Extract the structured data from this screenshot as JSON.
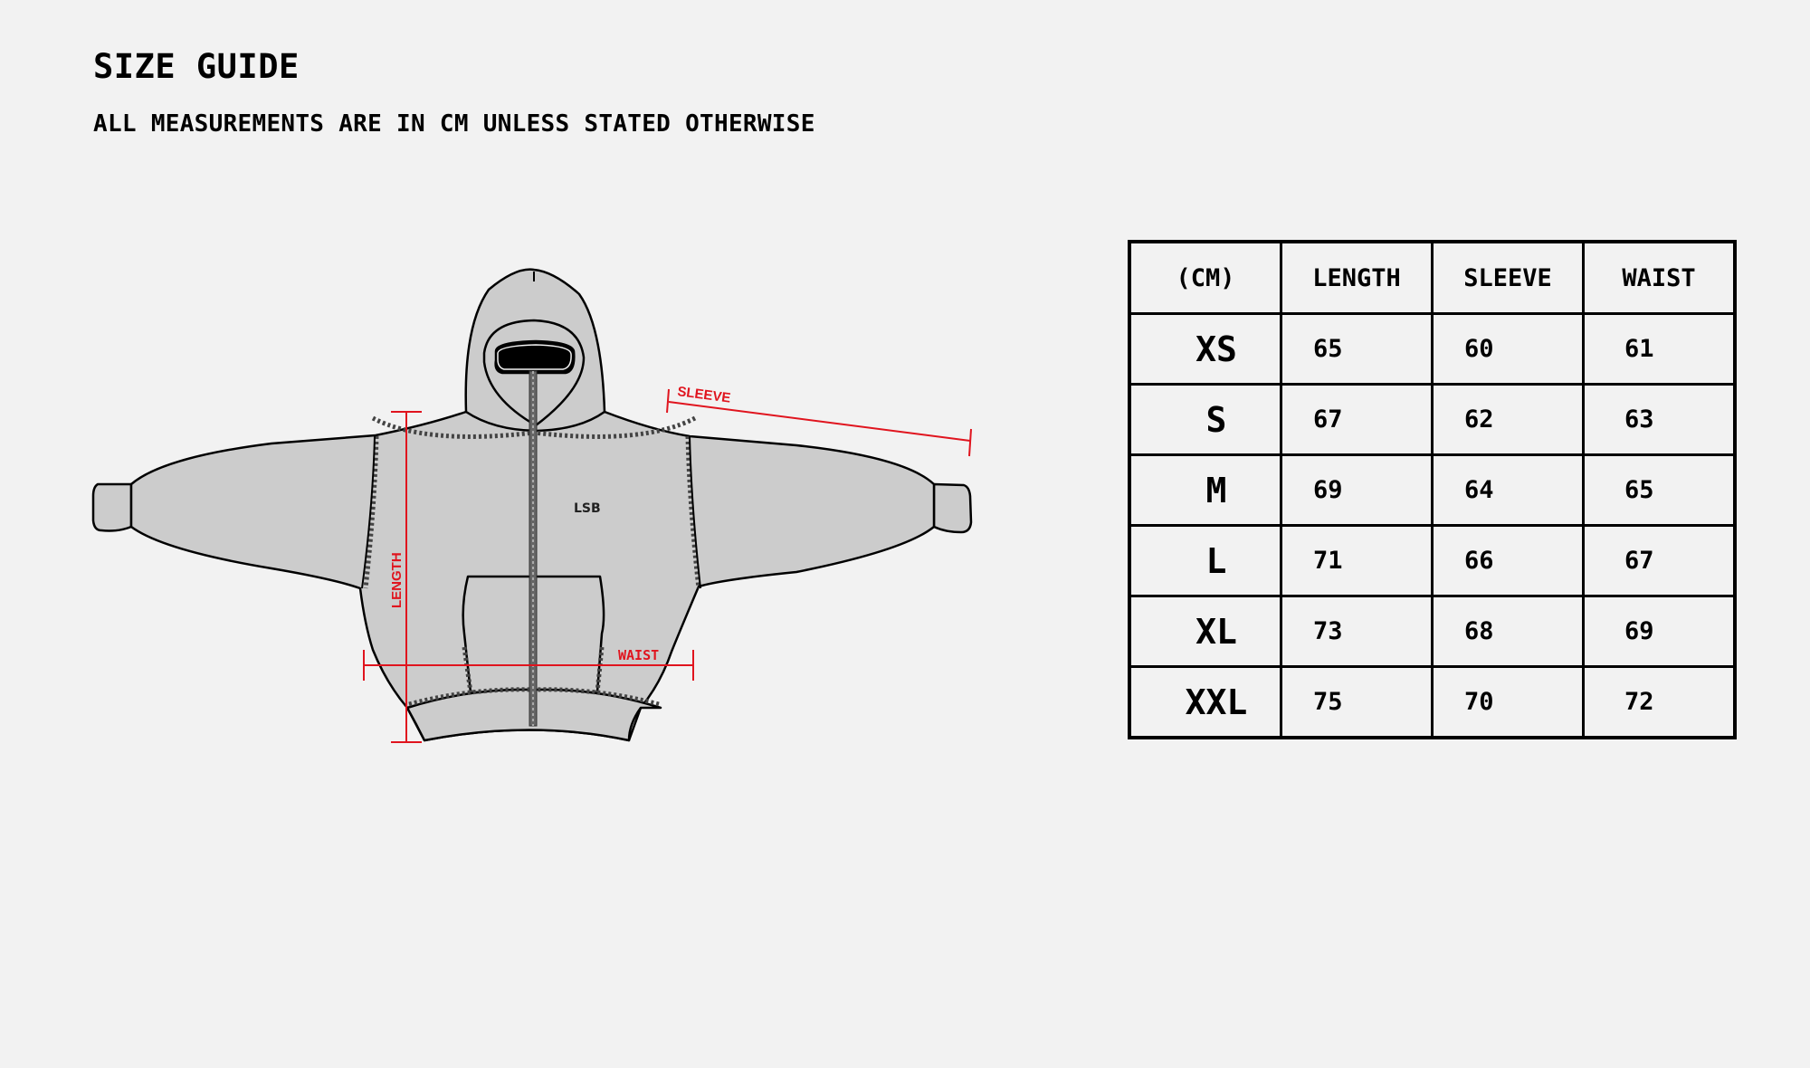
{
  "header": {
    "title": "SIZE GUIDE",
    "subtitle": "ALL MEASUREMENTS ARE IN CM UNLESS STATED OTHERWISE"
  },
  "diagram": {
    "garment": "zip-up hoodie with balaclava hood",
    "labels": {
      "sleeve": "SLEEVE",
      "length": "LENGTH",
      "waist": "WAIST"
    },
    "logo_text": "LSB",
    "colors": {
      "garment_fill": "#cccccc",
      "outline": "#000000",
      "measure_line": "#e0141e",
      "background": "#f2f2f2"
    }
  },
  "table": {
    "headers": [
      "(CM)",
      "LENGTH",
      "SLEEVE",
      "WAIST"
    ],
    "rows": [
      {
        "size": "XS",
        "length": "65",
        "sleeve": "60",
        "waist": "61"
      },
      {
        "size": "S",
        "length": "67",
        "sleeve": "62",
        "waist": "63"
      },
      {
        "size": "M",
        "length": "69",
        "sleeve": "64",
        "waist": "65"
      },
      {
        "size": "L",
        "length": "71",
        "sleeve": "66",
        "waist": "67"
      },
      {
        "size": "XL",
        "length": "73",
        "sleeve": "68",
        "waist": "69"
      },
      {
        "size": "XXL",
        "length": "75",
        "sleeve": "70",
        "waist": "72"
      }
    ]
  }
}
